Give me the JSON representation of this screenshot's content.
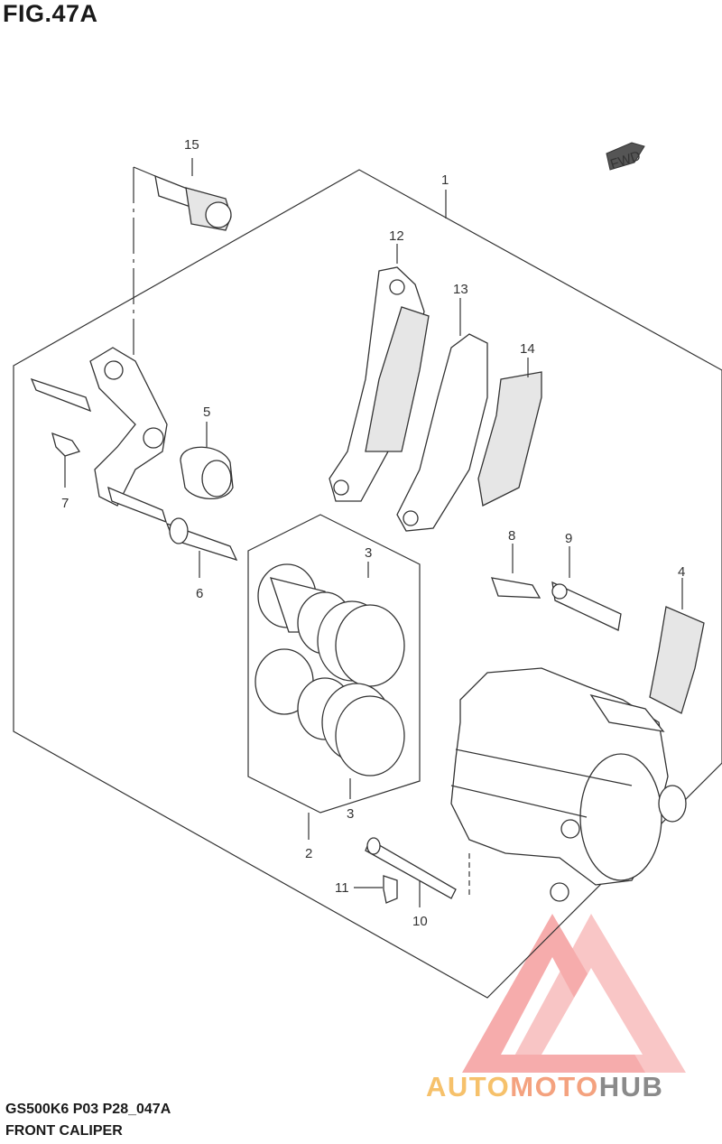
{
  "figure": {
    "title": "FIG.47A"
  },
  "footer": {
    "code": "GS500K6 P03 P28_047A",
    "name": "FRONT CALIPER"
  },
  "direction_badge": "FWD",
  "watermark": {
    "part1": "AUTO",
    "part2": "MOTO",
    "part3": "HUB"
  },
  "callouts": {
    "c1": "1",
    "c2": "2",
    "c3a": "3",
    "c3b": "3",
    "c4": "4",
    "c5": "5",
    "c6": "6",
    "c7": "7",
    "c8": "8",
    "c9": "9",
    "c10": "10",
    "c11": "11",
    "c12": "12",
    "c13": "13",
    "c14": "14",
    "c15": "15"
  },
  "colors": {
    "line": "#333333",
    "logo_red": "#f06a6a",
    "logo_orange": "#f6c16b",
    "logo_gray": "#8a8a8a"
  }
}
